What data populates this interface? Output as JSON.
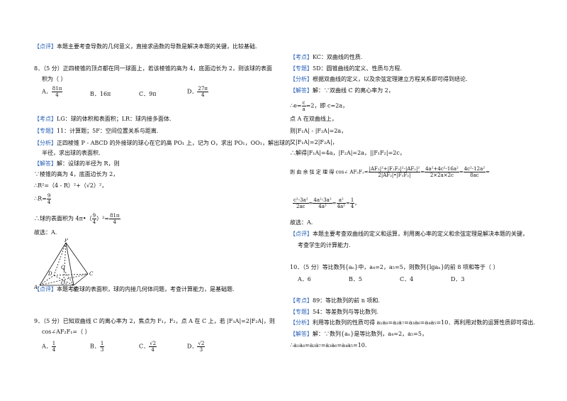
{
  "left": {
    "comment": "【点评】本题主要考查导数的几何意义，直接求函数的导数是解决本题的关键，比较基础.",
    "q8": {
      "stem1": "8．（5 分）正四棱锥的顶点都在同一球面上，若该棱锥的高为 4，底面边长为 2，则该球的表面",
      "stem2": "积为（      ）",
      "opts": [
        "A．",
        "B．16π",
        "C．9π",
        "D．"
      ],
      "optA_num": "81π",
      "optA_den": "4",
      "optD_num": "27π",
      "optD_den": "4",
      "kd": "【考点】LG：球的体积和表面积；LR：球内接多面体.",
      "zt": "【专题】11：计算题；5F：空间位置关系与距离.",
      "fx1": "【分析】正四棱锥 P - ABCD 的外接球的球心在它的高 PO₁ 上，记为 O，求出 PO₁，OO₁，解出球的",
      "fx2": "半径，求出球的表面积.",
      "jd1": "【解答】解：设球的半径为 R，则",
      "jd2": "∵棱锥的高为 4，底面边长为 2，",
      "jd3": "∴R²=（4 - R）²+（√2）²，",
      "jd4a": "∴R=",
      "jd4_num": "9",
      "jd4_den": "4",
      "jd5a": "∴球的表面积为 4π•（",
      "jd5_num": "9",
      "jd5_den": "4",
      "jd5b": "）²=",
      "jd5c_num": "81π",
      "jd5c_den": "4",
      "jd6": "故选：A.",
      "pv": [
        "P",
        "D",
        "Q",
        "C",
        "A",
        "O₁",
        "B"
      ],
      "dp": "【点评】本题考查球的表面积，球的内接几何体问题，考查计算能力，是基础题."
    },
    "q9": {
      "stem1": "9．（5 分）已知双曲线 C 的离心率为 2，焦点为 F₁，F₂，点 A 在 C 上，若 |F₁A|=2|F₂A|，则",
      "stem2": "cos∠AF₂F₁=（      ）",
      "opts": [
        "A．",
        "B．",
        "C．",
        "D．"
      ],
      "fracs": [
        [
          "1",
          "4"
        ],
        [
          "1",
          "3"
        ],
        [
          "√2",
          "4"
        ],
        [
          "√2",
          "3"
        ]
      ]
    }
  },
  "right": {
    "kd": "【考点】KC：双曲线的性质.",
    "zt": "【专题】5D：圆锥曲线的定义、性质与方程.",
    "fx": "【分析】根据双曲线的定义，以及余弦定理建立方程关系即可得到结论.",
    "jd1": "【解答】解：∵双曲线 C 的离心率为 2，",
    "jd2a": "∴e=",
    "jd2_num": "c",
    "jd2_den": "a",
    "jd2b": "=2，即 c=2a，",
    "jd3": "点 A 在双曲线上，",
    "jd4": "则|F₁A| - |F₂A|=2a，",
    "jd5": "又|F₁A|=2|F₂A|，",
    "jd6": "∴解得|F₁A|=4a，|F₂A|=2a，||F₁F₂|=2c，",
    "jd7a": "则  由  余  弦  定  理  得  cos∠ AF₂F₁=",
    "f1n": "|AF₂|²+|F₁F₂|²-|AF₁|²",
    "f1d": "2|AF₂|•|F₁F₂|",
    "f2n": "4a²+4c²-16a²",
    "f2d": "2×2a×2c",
    "f3n": "4c²-12a²",
    "f3d": "8ac",
    "g1n": "c²-3a²",
    "g1d": "2ac",
    "g2n": "4a²-3a²",
    "g2d": "4a²",
    "g3n": "a²",
    "g3d": "4a²",
    "g4n": "1",
    "g4d": "4",
    "jd9": "故选：A.",
    "dp1": "【点评】本题主要考查双曲线的定义和运算，利用离心率的定义和余弦定理是解决本题的关键，",
    "dp2": "考查学生的计算能力.",
    "q10": {
      "stem": "10．（5 分）等比数列{aₙ}中，a₄=2，a₅=5，则数列{lgaₙ}的前 8 项和等于（      ）",
      "opts": [
        "A．6",
        "B．5",
        "C．4",
        "D．3"
      ],
      "kd": "【考点】89：等比数列的前 n 项和.",
      "zt": "【专题】54：等差数列与等比数列.",
      "fx": "【分析】利用等比数列的性质可得 a₁a₈=a₂a₇=a₃a₆=a₄a₅=10．再利用对数的运算性质即可得出.",
      "jd1": "【解答】解：∵数列{aₙ}是等比数列，a₄=2，a₅=5，",
      "jd2": "∴a₁a₈=a₂a₇=a₃a₆=a₄a₅=10."
    }
  },
  "colors": {
    "tag": "#2a62b8",
    "text": "#111111"
  }
}
